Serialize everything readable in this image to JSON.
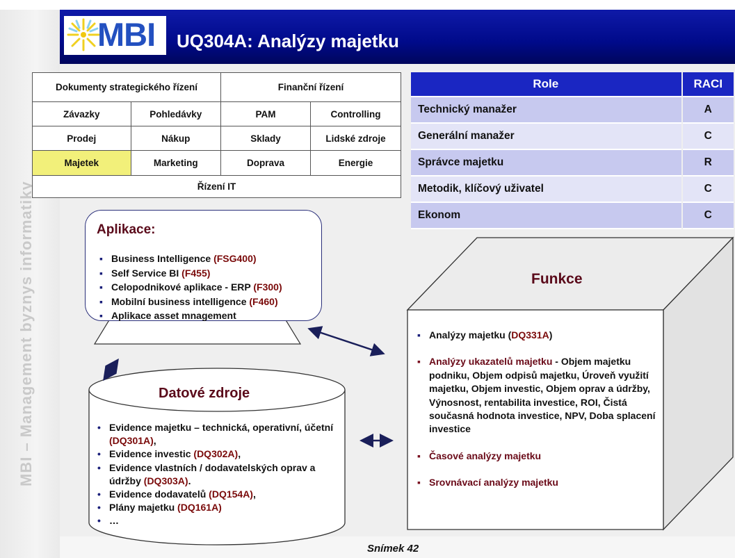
{
  "sidebar_vertical_text": "MBI – Management byznys informatiky",
  "logo": {
    "text": "MBI"
  },
  "title": "UQ304A: Analýzy majetku",
  "domains": {
    "row1": [
      "Dokumenty strategického řízení",
      "Finanční řízení"
    ],
    "row2": [
      "Závazky",
      "Pohledávky",
      "PAM",
      "Controlling"
    ],
    "row3": [
      "Prodej",
      "Nákup",
      "Sklady",
      "Lidské zdroje"
    ],
    "row4": [
      "Majetek",
      "Marketing",
      "Doprava",
      "Energie"
    ],
    "row5": [
      "Řízení IT"
    ],
    "highlighted": "Majetek",
    "highlight_color": "#f2f07a"
  },
  "raci": {
    "headers": [
      "Role",
      "RACI"
    ],
    "rows": [
      {
        "role": "Technický manažer",
        "value": "A"
      },
      {
        "role": "Generální manažer",
        "value": "C"
      },
      {
        "role": "Správce majetku",
        "value": "R"
      },
      {
        "role": "Metodik, klíčový uživatel",
        "value": "C"
      },
      {
        "role": "Ekonom",
        "value": "C"
      }
    ]
  },
  "aplikace": {
    "title": "Aplikace:",
    "items": [
      {
        "text": "Business Intelligence ",
        "code": "(FSG400)"
      },
      {
        "text": "Self Service BI ",
        "code": "(F455)"
      },
      {
        "text": "Celopodnikové aplikace - ERP ",
        "code": "(F300)"
      },
      {
        "text": "Mobilní business intelligence ",
        "code": "(F460)"
      },
      {
        "text": "Aplikace asset mnagement",
        "code": ""
      }
    ]
  },
  "datove_zdroje": {
    "title": "Datové zdroje",
    "items": [
      {
        "text": "Evidence majetku – technická, operativní, účetní ",
        "code": "(DQ301A)",
        "tail": ","
      },
      {
        "text": "Evidence investic ",
        "code": "(DQ302A)",
        "tail": ","
      },
      {
        "text": "Evidence vlastních / dodavatelských oprav a údržby ",
        "code": "(DQ303A)",
        "tail": "."
      },
      {
        "text": "Evidence dodavatelů ",
        "code": "(DQ154A)",
        "tail": ","
      },
      {
        "text": "Plány majetku ",
        "code": "(DQ161A)",
        "tail": ""
      },
      {
        "text": "…",
        "code": "",
        "tail": ""
      }
    ]
  },
  "funkce": {
    "title": "Funkce",
    "items": [
      {
        "text": "Analýzy majetku (",
        "code": "DQ331A",
        "tail": ")",
        "style": "plain"
      },
      {
        "text": "Analýzy ukazatelů majetku",
        "rest": " - Objem majetku podniku, Objem odpisů majetku, Úroveň využití majetku, Objem investic, Objem oprav a údržby, Výnosnost, rentabilita investice, ROI, Čistá současná hodnota investice, NPV, Doba splacení investice",
        "style": "maroon"
      },
      {
        "text": "Časové analýzy majetku",
        "style": "maroon"
      },
      {
        "text": "Srovnávací analýzy majetku",
        "style": "maroon"
      }
    ]
  },
  "footer": {
    "slide_label": "Snímek  42"
  }
}
